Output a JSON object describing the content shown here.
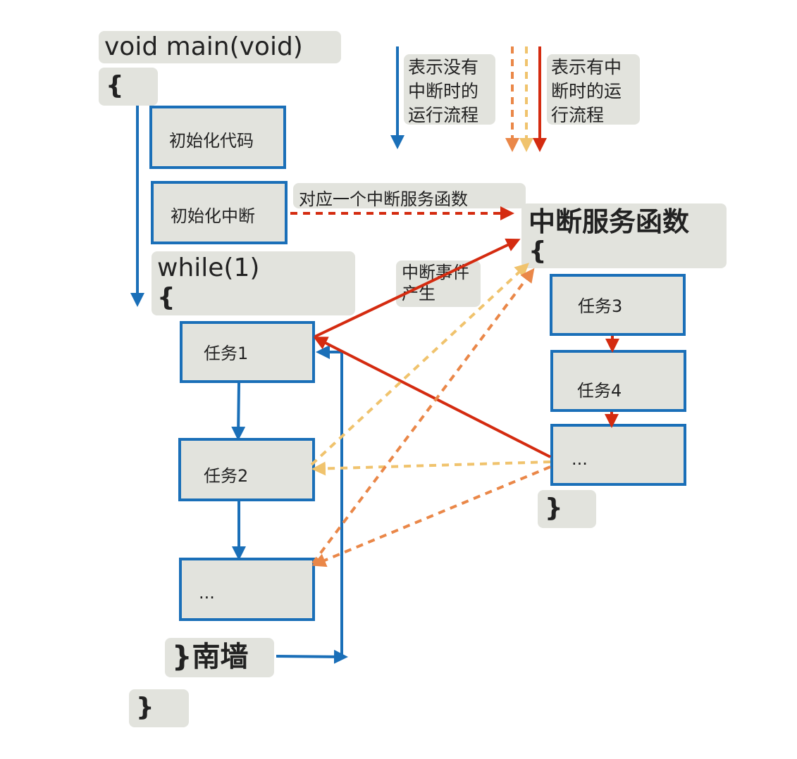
{
  "code": {
    "main_signature": "void  main(void)",
    "open_brace_main": "{",
    "while_line": "while(1)",
    "open_brace_while": "{",
    "close_brace_while": "}南墙",
    "close_brace_main": "}"
  },
  "boxes": {
    "init_code": "初始化代码",
    "init_interrupt": "初始化中断",
    "task1": "任务1",
    "task2": "任务2",
    "task_more_left": "...",
    "task3": "任务3",
    "task4": "任务4",
    "task_more_right": "..."
  },
  "isr": {
    "title": "中断服务函数",
    "open_brace": "{",
    "close_brace": "}"
  },
  "annotations": {
    "mapping": "对应一个中断服务函数",
    "event": "中断事件产生"
  },
  "legend": {
    "no_interrupt": "表示没有中断时的运行流程",
    "with_interrupt": "表示有中断时的运行流程"
  },
  "colors": {
    "blue": "#1a6fb8",
    "red": "#d42b10",
    "orange": "#ea8748",
    "yellow": "#f0c36d",
    "label_bg": "#e2e3dd"
  }
}
